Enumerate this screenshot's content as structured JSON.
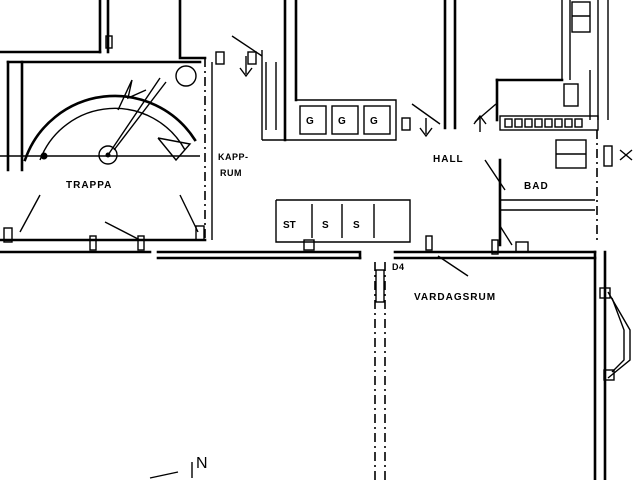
{
  "rooms": {
    "trappa": "TRAPPA",
    "kapprum_line1": "KAPP-",
    "kapprum_line2": "RUM",
    "hall": "HALL",
    "bad": "BAD",
    "vardagsrum": "VARDAGSRUM"
  },
  "door_label": "D4",
  "compass": "N",
  "cabinets_upper": [
    "G",
    "G",
    "G"
  ],
  "cabinets_lower": [
    "ST",
    "S",
    "S"
  ]
}
